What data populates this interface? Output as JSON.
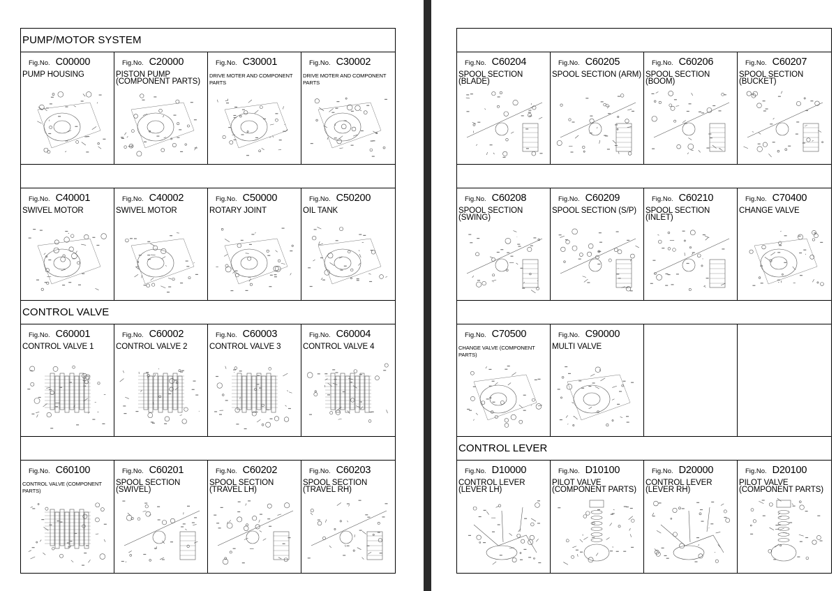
{
  "fig_prefix": "Fig.No.",
  "left_page": {
    "blocks": [
      {
        "band": "PUMP/MOTOR SYSTEM",
        "cells": [
          {
            "code": "C00000",
            "title": "PUMP HOUSING",
            "small": false,
            "icon": "pump-housing-diagram-icon"
          },
          {
            "code": "C20000",
            "title": "PISTON PUMP\n(COMPONENT PARTS)",
            "small": false,
            "icon": "piston-pump-diagram-icon"
          },
          {
            "code": "C30001",
            "title": "DRIVE MOTER AND COMPONENT PARTS",
            "small": true,
            "icon": "drive-motor-diagram-icon"
          },
          {
            "code": "C30002",
            "title": "DRIVE MOTER AND COMPONENT PARTS",
            "small": true,
            "icon": "drive-motor-diagram-icon"
          }
        ]
      },
      {
        "band": "",
        "cells": [
          {
            "code": "C40001",
            "title": "SWIVEL MOTOR",
            "small": false,
            "icon": "swivel-motor-diagram-icon"
          },
          {
            "code": "C40002",
            "title": "SWIVEL MOTOR",
            "small": false,
            "icon": "swivel-motor-diagram-icon"
          },
          {
            "code": "C50000",
            "title": "ROTARY JOINT",
            "small": false,
            "icon": "rotary-joint-diagram-icon"
          },
          {
            "code": "C50200",
            "title": "OIL TANK",
            "small": false,
            "icon": "oil-tank-diagram-icon"
          }
        ]
      },
      {
        "band": "CONTROL VALVE",
        "cells": [
          {
            "code": "C60001",
            "title": "CONTROL VALVE 1",
            "small": false,
            "icon": "control-valve-diagram-icon"
          },
          {
            "code": "C60002",
            "title": "CONTROL VALVE 2",
            "small": false,
            "icon": "control-valve-diagram-icon"
          },
          {
            "code": "C60003",
            "title": "CONTROL VALVE 3",
            "small": false,
            "icon": "control-valve-diagram-icon"
          },
          {
            "code": "C60004",
            "title": "CONTROL VALVE 4",
            "small": false,
            "icon": "control-valve-diagram-icon"
          }
        ]
      },
      {
        "band": "",
        "cells": [
          {
            "code": "C60100",
            "title": "CONTROL VALVE (COMPONENT PARTS)",
            "small": true,
            "icon": "control-valve-parts-diagram-icon"
          },
          {
            "code": "C60201",
            "title": "SPOOL SECTION\n(SWIVEL)",
            "small": false,
            "icon": "spool-section-diagram-icon"
          },
          {
            "code": "C60202",
            "title": "SPOOL SECTION\n(TRAVEL LH)",
            "small": false,
            "icon": "spool-section-diagram-icon"
          },
          {
            "code": "C60203",
            "title": "SPOOL SECTION\n(TRAVEL RH)",
            "small": false,
            "icon": "spool-section-diagram-icon"
          }
        ]
      }
    ]
  },
  "right_page": {
    "blocks": [
      {
        "band": "",
        "cells": [
          {
            "code": "C60204",
            "title": "SPOOL SECTION\n(BLADE)",
            "small": false,
            "icon": "spool-section-diagram-icon"
          },
          {
            "code": "C60205",
            "title": "SPOOL SECTION (ARM)",
            "small": false,
            "icon": "spool-section-diagram-icon"
          },
          {
            "code": "C60206",
            "title": "SPOOL SECTION\n(BOOM)",
            "small": false,
            "icon": "spool-section-diagram-icon"
          },
          {
            "code": "C60207",
            "title": "SPOOL SECTION\n(BUCKET)",
            "small": false,
            "icon": "spool-section-diagram-icon"
          }
        ]
      },
      {
        "band": "",
        "cells": [
          {
            "code": "C60208",
            "title": "SPOOL SECTION\n(SWING)",
            "small": false,
            "icon": "spool-section-diagram-icon"
          },
          {
            "code": "C60209",
            "title": "SPOOL SECTION (S/P)",
            "small": false,
            "icon": "spool-section-diagram-icon"
          },
          {
            "code": "C60210",
            "title": "SPOOL SECTION\n(INLET)",
            "small": false,
            "icon": "spool-section-diagram-icon"
          },
          {
            "code": "C70400",
            "title": "CHANGE VALVE",
            "small": false,
            "icon": "change-valve-diagram-icon"
          }
        ]
      },
      {
        "band": "",
        "cells": [
          {
            "code": "C70500",
            "title": "CHANGE VALVE (COMPONENT PARTS)",
            "small": true,
            "icon": "change-valve-parts-diagram-icon"
          },
          {
            "code": "C90000",
            "title": "MULTI VALVE",
            "small": false,
            "icon": "multi-valve-diagram-icon"
          },
          {
            "code": "",
            "title": "",
            "small": false,
            "icon": ""
          },
          {
            "code": "",
            "title": "",
            "small": false,
            "icon": ""
          }
        ]
      },
      {
        "band": "CONTROL LEVER",
        "cells": [
          {
            "code": "D10000",
            "title": "CONTROL LEVER\n(LEVER LH)",
            "small": false,
            "icon": "control-lever-diagram-icon"
          },
          {
            "code": "D10100",
            "title": "PILOT VALVE\n(COMPONENT PARTS)",
            "small": false,
            "icon": "pilot-valve-diagram-icon"
          },
          {
            "code": "D20000",
            "title": "CONTROL LEVER\n(LEVER RH)",
            "small": false,
            "icon": "control-lever-diagram-icon"
          },
          {
            "code": "D20100",
            "title": "PILOT VALVE\n(COMPONENT PARTS)",
            "small": false,
            "icon": "pilot-valve-diagram-icon"
          }
        ]
      }
    ]
  }
}
